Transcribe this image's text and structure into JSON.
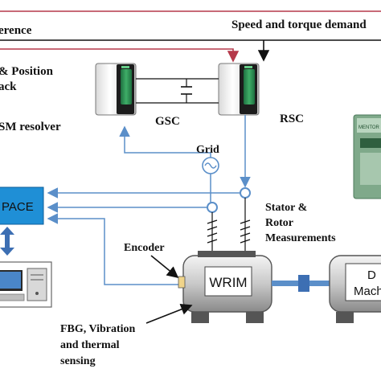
{
  "labels": {
    "reference": "erence",
    "speed_torque": "Speed and torque demand",
    "position_line1": "& Position",
    "position_line2": "ack",
    "resolver": "SM resolver",
    "gsc": "GSC",
    "rsc": "RSC",
    "grid": "Grid",
    "stator_line1": "Stator &",
    "stator_line2": "Rotor",
    "stator_line3": "Measurements",
    "encoder": "Encoder",
    "dspace": "PACE",
    "wrim": "WRIM",
    "dc_line1": "D",
    "dc_line2": "Mach",
    "fbg_line1": "FBG, Vibration",
    "fbg_line2": "and thermal",
    "fbg_line3": "sensing",
    "drive_brand": "MENTOR"
  },
  "colors": {
    "line_blue": "#5b8fc9",
    "dspace_fill": "#1f8fd6",
    "red_line": "#b5394a",
    "converter_green": "#2e8b57"
  }
}
